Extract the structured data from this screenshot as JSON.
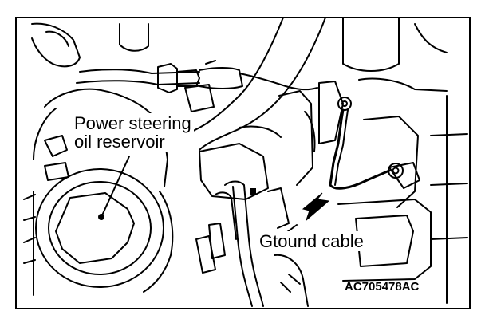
{
  "figure": {
    "labels": {
      "reservoir_line1": "Power steering",
      "reservoir_line2": "oil reservoir",
      "ground_cable": "Gtound cable",
      "code": "AC705478AC"
    },
    "colors": {
      "ink": "#000000",
      "paper": "#ffffff"
    }
  }
}
